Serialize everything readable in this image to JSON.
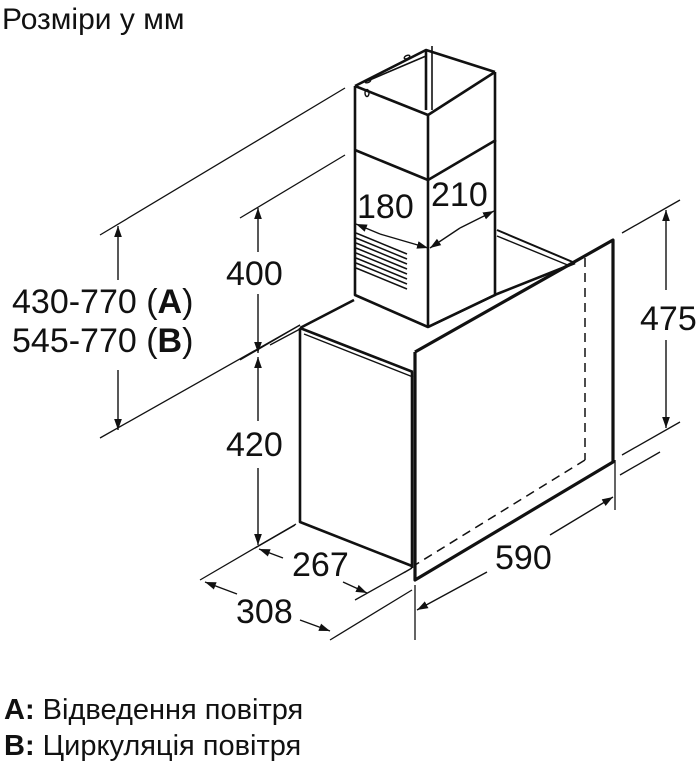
{
  "title": "Розміри у мм",
  "dimensions": {
    "chimney_width": "180",
    "chimney_depth": "210",
    "chimney_height": "400",
    "body_height": "420",
    "glass_height": "475",
    "body_depth": "267",
    "total_depth": "308",
    "width": "590",
    "total_height_a": "430-770 (",
    "total_height_a_key": "A",
    "total_height_a_close": ")",
    "total_height_b": "545-770 (",
    "total_height_b_key": "B",
    "total_height_b_close": ")"
  },
  "legend": [
    {
      "key": "A:",
      "label": "Відведення повітря"
    },
    {
      "key": "B:",
      "label": "Циркуляція повітря"
    }
  ],
  "colors": {
    "line": "#111111",
    "background": "#ffffff"
  }
}
